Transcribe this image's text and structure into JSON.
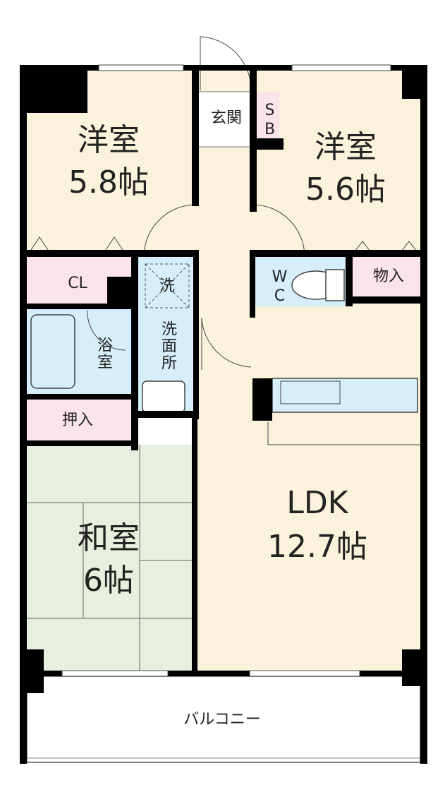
{
  "colors": {
    "wall": "#000000",
    "living_floor": "#fbf2dc",
    "storage_floor": "#fbe3ea",
    "bath_floor": "#d6eefa",
    "tatami_floor": "#e7efdf",
    "balcony_floor": "#ffffff"
  },
  "rooms": {
    "western_room_1": {
      "name": "洋室",
      "size": "5.8帖"
    },
    "western_room_2": {
      "name": "洋室",
      "size": "5.6帖"
    },
    "ldk": {
      "name": "LDK",
      "size": "12.7帖"
    },
    "japanese_room": {
      "name": "和室",
      "size": "6帖"
    },
    "entrance": "玄関",
    "shoe_box": "SB",
    "closet": "CL",
    "bathroom": "浴室",
    "washroom": "洗面所",
    "washer": "洗",
    "toilet": "WC",
    "storage": "物入",
    "oshiire": "押入",
    "balcony": "バルコニー"
  }
}
